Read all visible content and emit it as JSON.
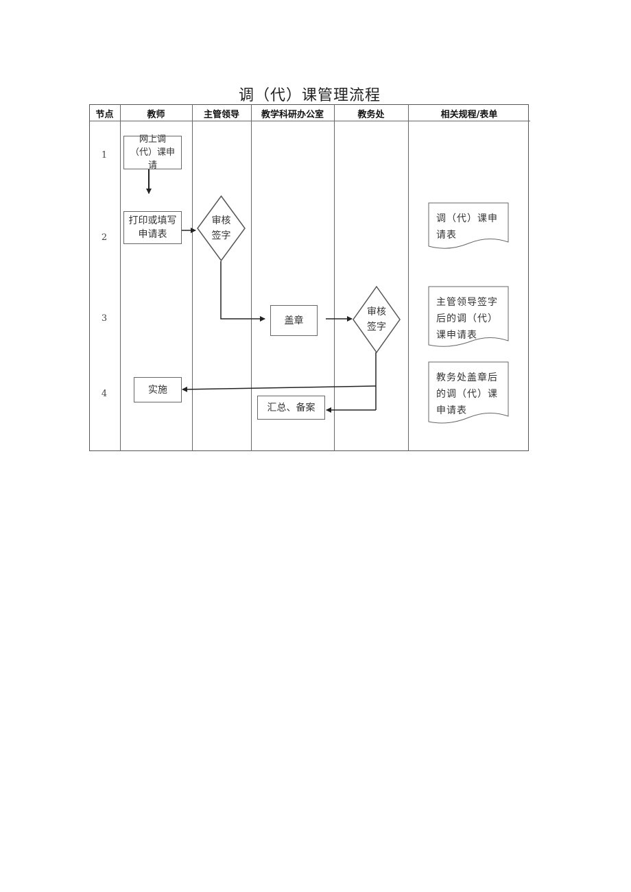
{
  "title": "调（代）课管理流程",
  "columns": {
    "node": "节点",
    "teacher": "教师",
    "leader": "主管领导",
    "office": "教学科研办公室",
    "academic": "教务处",
    "forms": "相关规程/表单"
  },
  "nodes": [
    "1",
    "2",
    "3",
    "4"
  ],
  "steps": {
    "apply_line1": "网上调",
    "apply_line2": "（代）课申请",
    "print_line1": "打印或填写",
    "print_line2": "申请表",
    "review1_line1": "审核",
    "review1_line2": "签字",
    "stamp": "盖章",
    "review2_line1": "审核",
    "review2_line2": "签字",
    "implement": "实施",
    "archive": "汇总、备案"
  },
  "documents": {
    "doc1_line1": "调（代）课申",
    "doc1_line2": "请表",
    "doc2_line1": "主管领导签字",
    "doc2_line2": "后的调（代）",
    "doc2_line3": "课申请表",
    "doc3_line1": "教务处盖章后",
    "doc3_line2": "的调（代）课",
    "doc3_line3": "申请表"
  },
  "colors": {
    "line": "#555555",
    "arrow": "#222222",
    "box_border": "#666666"
  }
}
